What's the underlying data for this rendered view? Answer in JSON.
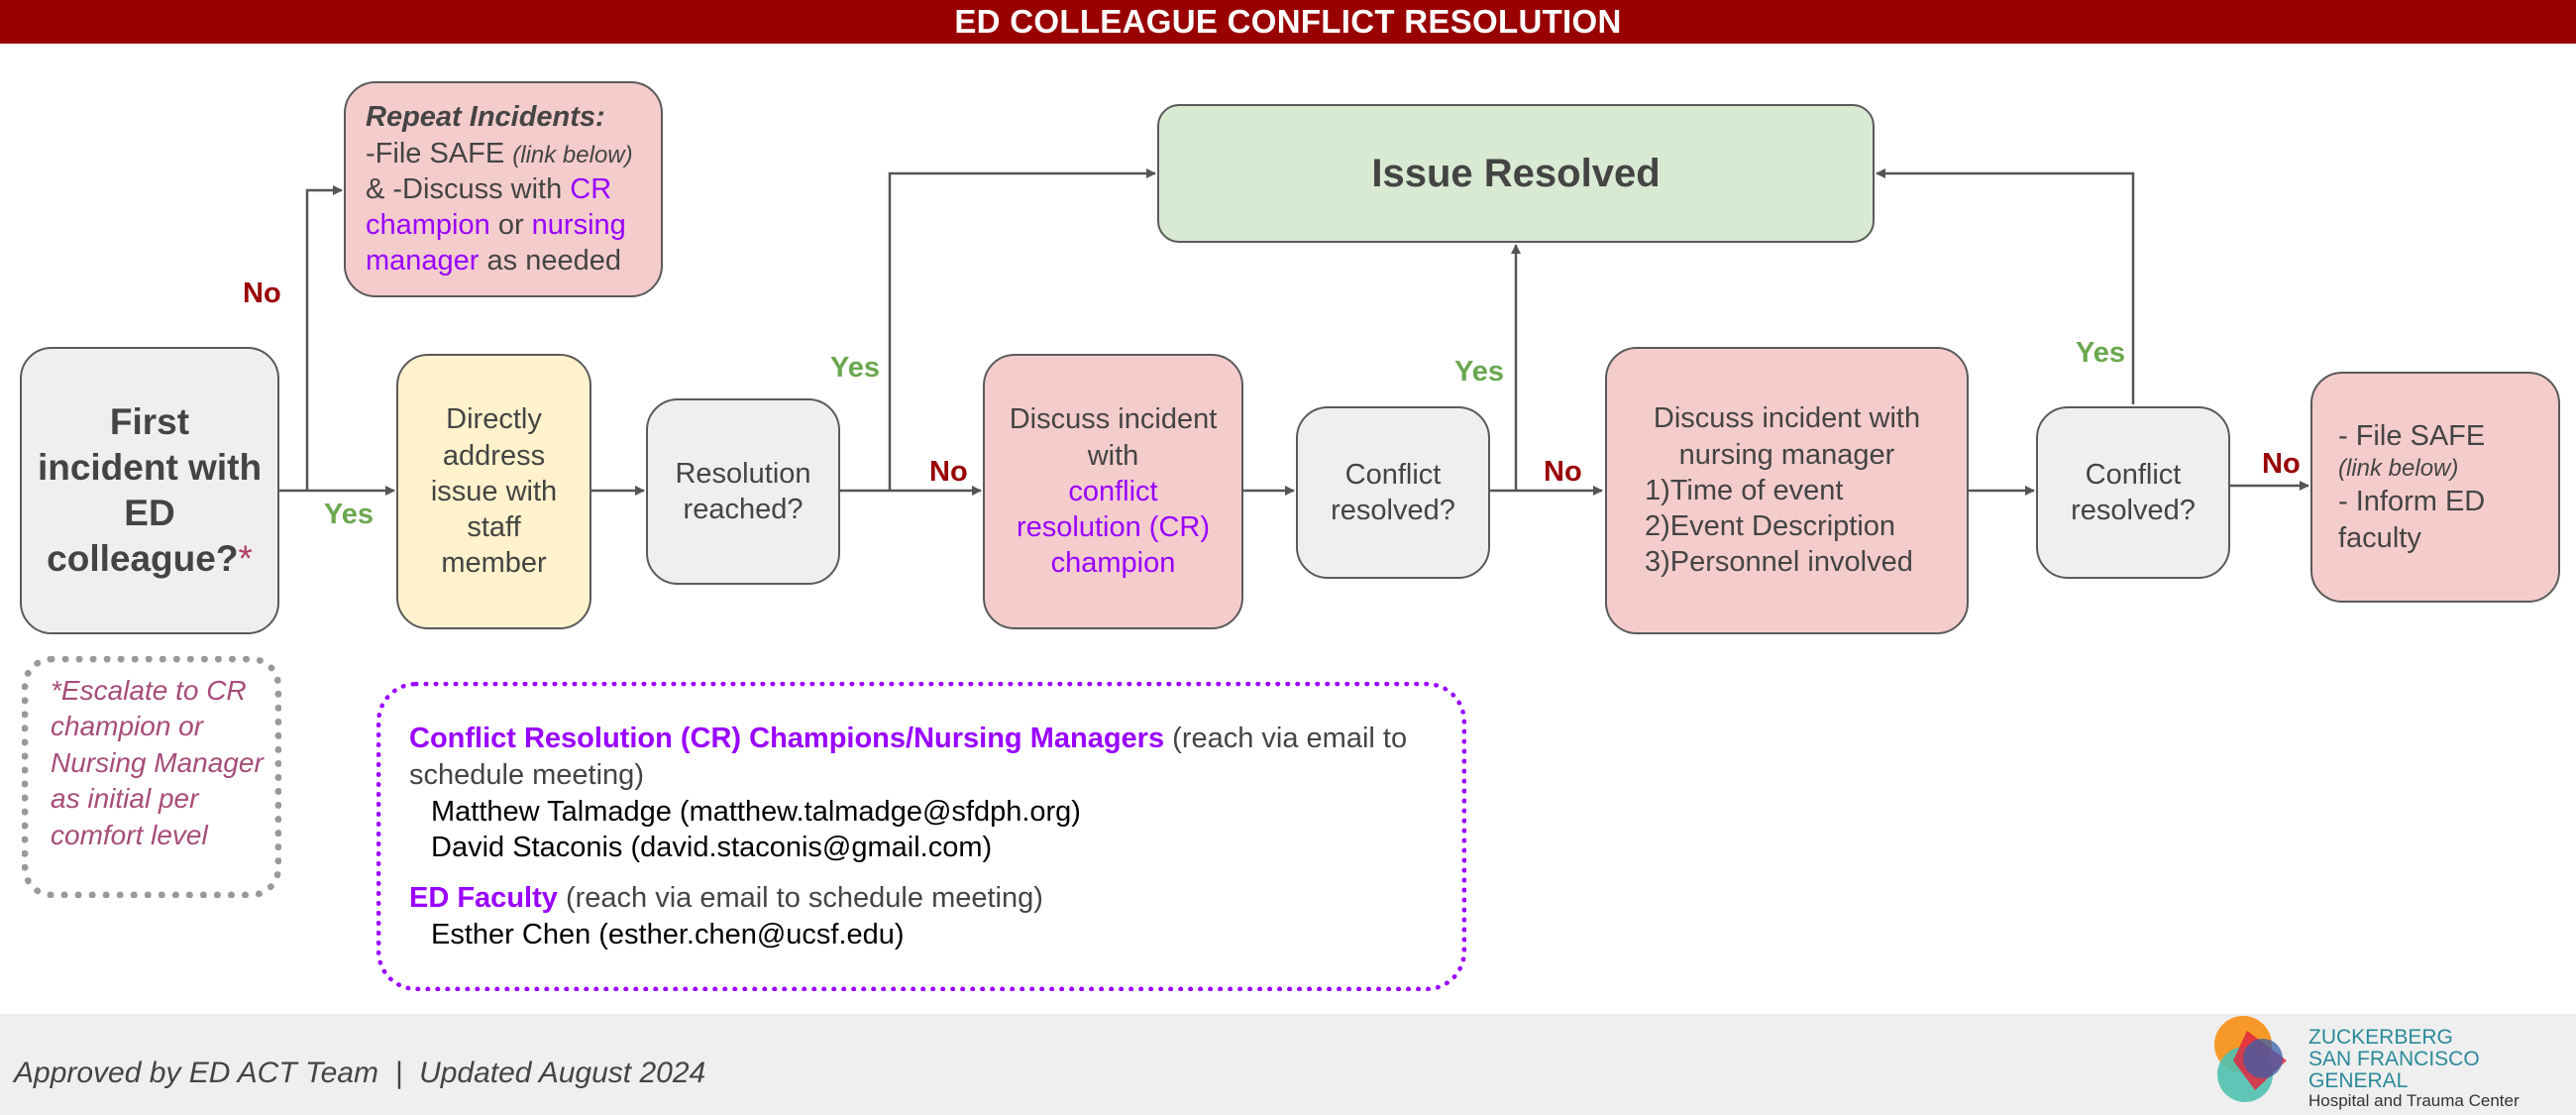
{
  "header": {
    "title": "ED COLLEAGUE CONFLICT RESOLUTION"
  },
  "nodes": {
    "first": "First incident with ED colleague?",
    "first_star": "*",
    "repeat_title": "Repeat Incidents:",
    "repeat_l1a": "-File SAFE",
    "repeat_l1b": "(link below)",
    "repeat_l2a": "& -Discuss with",
    "repeat_l2b": "CR champion",
    "repeat_l2c": "or",
    "repeat_l2d": "nursing manager",
    "repeat_l2e": "as needed",
    "direct": "Directly address issue with staff member",
    "resolution": "Resolution reached?",
    "issue_resolved": "Issue Resolved",
    "discuss_cr_a": "Discuss incident with",
    "discuss_cr_b": "conflict resolution (CR) champion",
    "conflict1": "Conflict resolved?",
    "nurse_title": "Discuss incident with nursing manager",
    "nurse_1": "1)Time of event",
    "nurse_2": "2)Event Description",
    "nurse_3": "3)Personnel involved",
    "conflict2": "Conflict resolved?",
    "safe_1": "- File SAFE",
    "safe_2": "(link below)",
    "safe_3": "- Inform ED faculty"
  },
  "edges": {
    "yes": "Yes",
    "no": "No"
  },
  "escalate": "*Escalate to CR champion or Nursing Manager as initial per comfort level",
  "contacts": {
    "cr_heading": "Conflict Resolution (CR) Champions/Nursing Managers",
    "cr_note": "(reach via email to schedule meeting)",
    "cr_people": [
      "Matthew Talmadge (matthew.talmadge@sfdph.org)",
      "David Staconis (david.staconis@gmail.com)"
    ],
    "faculty_heading": "ED Faculty",
    "faculty_note": "(reach via email to schedule meeting)",
    "faculty_people": [
      "Esther Chen (esther.chen@ucsf.edu)"
    ]
  },
  "footer": {
    "text": "Approved by ED ACT Team  |  Updated August 2024",
    "logo_l1": "ZUCKERBERG",
    "logo_l2": "SAN FRANCISCO GENERAL",
    "logo_l3": "Hospital and Trauma Center"
  },
  "colors": {
    "header": "#990000",
    "no": "#990000",
    "yes": "#6aa84f",
    "link": "#9900ff",
    "grey": "#efefef",
    "pink": "#f4cccc",
    "yellow": "#fff2cc",
    "green": "#d9ead3"
  }
}
